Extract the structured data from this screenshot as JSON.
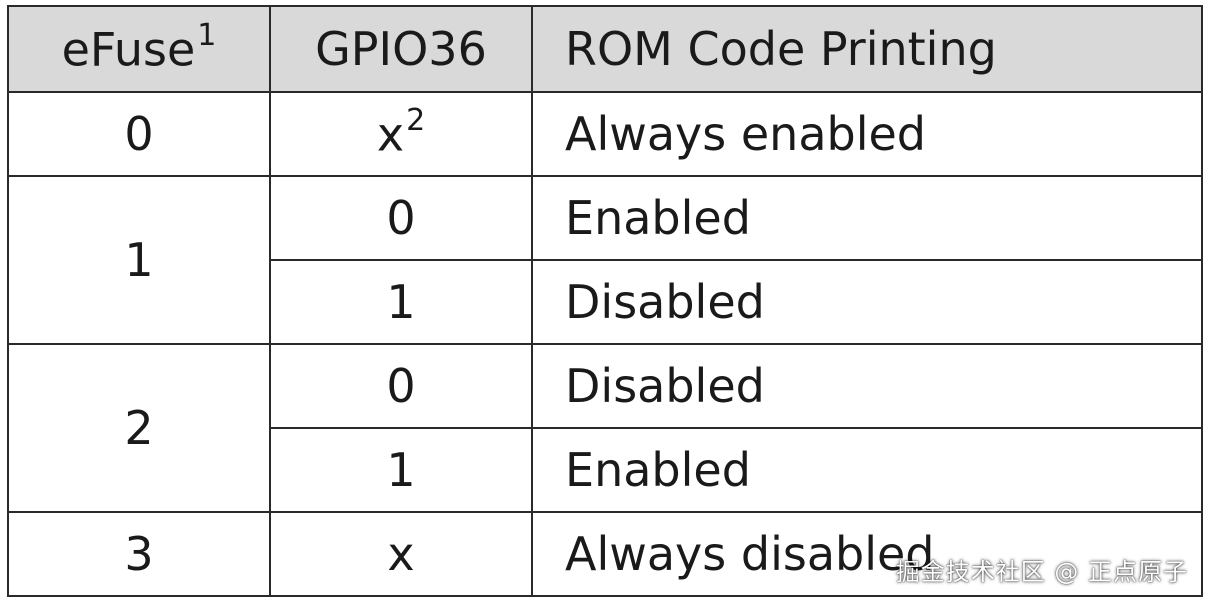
{
  "header": {
    "col1": "eFuse",
    "col1_sup": "1",
    "col2": "GPIO36",
    "col3": "ROM Code Printing"
  },
  "rows": [
    {
      "efuse": "0",
      "gpio": "x",
      "gpio_sup": "2",
      "printing": "Always enabled"
    },
    {
      "efuse": "1",
      "gpio": "0",
      "printing": "Enabled"
    },
    {
      "gpio": "1",
      "printing": "Disabled"
    },
    {
      "efuse": "2",
      "gpio": "0",
      "printing": "Disabled"
    },
    {
      "gpio": "1",
      "printing": "Enabled"
    },
    {
      "efuse": "3",
      "gpio": "x",
      "printing": "Always disabled"
    }
  ],
  "watermark": "掘金技术社区 @ 正点原子"
}
